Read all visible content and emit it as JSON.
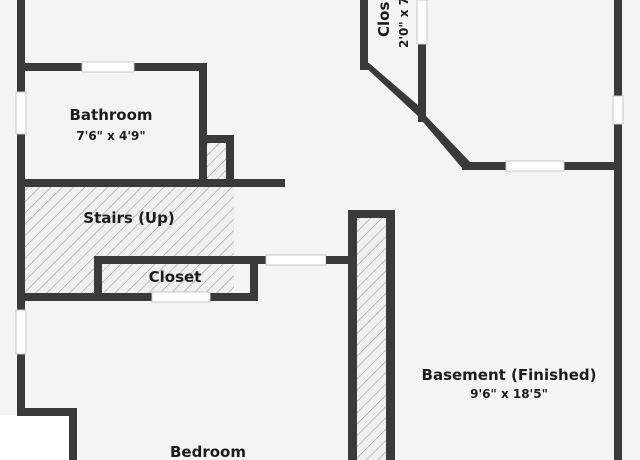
{
  "rooms": {
    "closet_top": {
      "name": "Clos",
      "dims": "2'0\" x 7"
    },
    "bathroom": {
      "name": "Bathroom",
      "dims": "7'6\" x 4'9\""
    },
    "stairs": {
      "name": "Stairs (Up)"
    },
    "closet": {
      "name": "Closet"
    },
    "basement": {
      "name": "Basement (Finished)",
      "dims": "9'6\" x 18'5\""
    },
    "bedroom": {
      "name": "Bedroom"
    }
  },
  "colors": {
    "wall": "#3a3a3a",
    "floor": "#f4f4f4",
    "hatch": "#9a9a9a"
  }
}
